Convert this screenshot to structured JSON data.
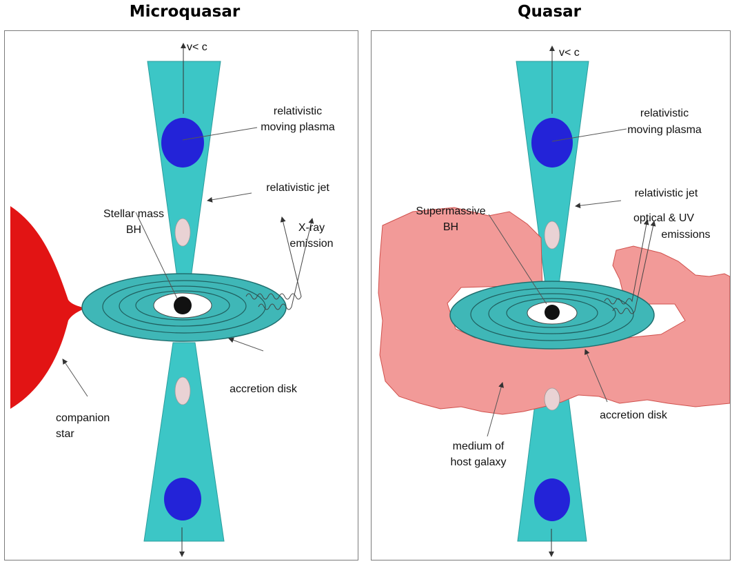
{
  "panels": {
    "left": {
      "title": "Microquasar",
      "labels": {
        "velocity": "v< c",
        "plasma_1": "relativistic",
        "plasma_2": "moving plasma",
        "jet": "relativistic jet",
        "bh_1": "Stellar mass",
        "bh_2": "BH",
        "emission_1": "X-ray",
        "emission_2": "emission",
        "disk": "accretion disk",
        "companion_1": "companion",
        "companion_2": "star"
      }
    },
    "right": {
      "title": "Quasar",
      "labels": {
        "velocity": "v< c",
        "plasma_1": "relativistic",
        "plasma_2": "moving plasma",
        "jet": "relativistic jet",
        "bh_1": "Supermassive",
        "bh_2": "BH",
        "emission_1": "optical & UV",
        "emission_2": "emissions",
        "disk": "accretion disk",
        "medium_1": "medium of",
        "medium_2": "host galaxy"
      }
    }
  },
  "colors": {
    "jet": "#3cc6c6",
    "plasma_blob": "#2323d8",
    "knot": "#e9d2d4",
    "disk": "#3fb7b7",
    "companion_star": "#e21414",
    "host_medium": "#f29a98",
    "black_hole": "#111111"
  }
}
